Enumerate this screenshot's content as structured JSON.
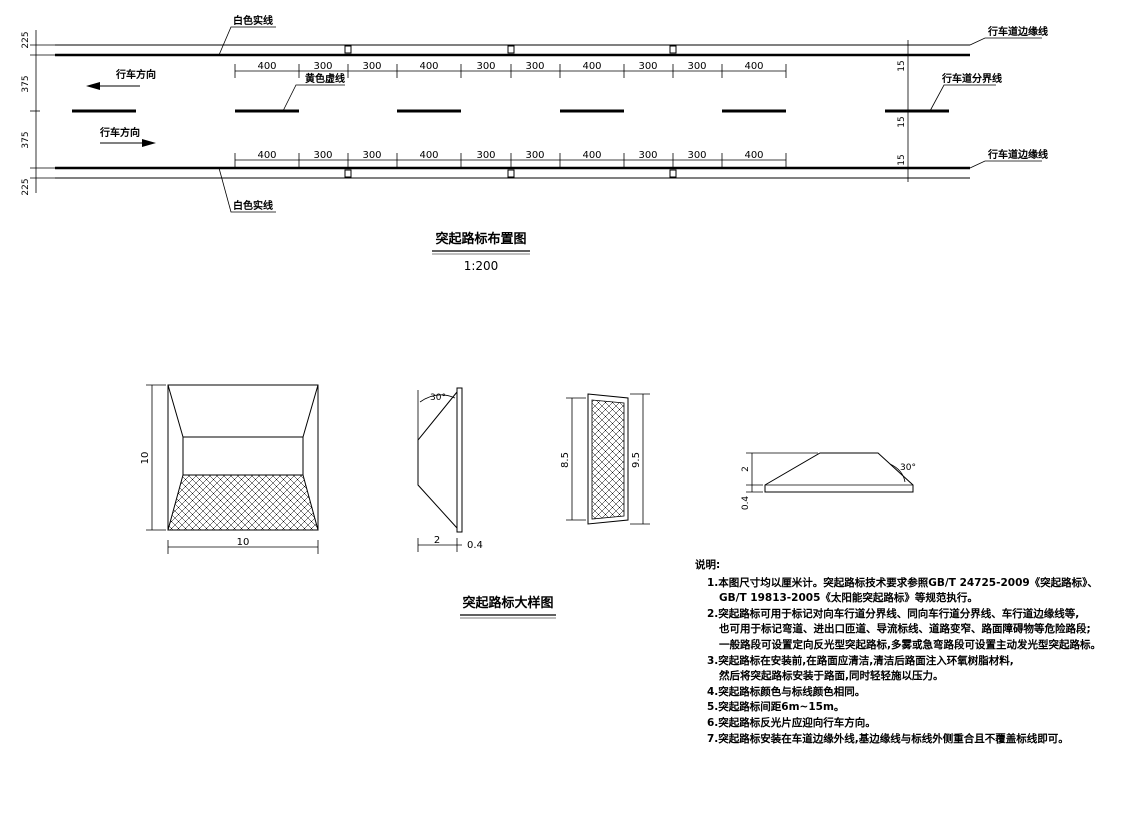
{
  "layout_plan": {
    "labels": {
      "white_solid_top": "白色实线",
      "white_solid_bottom": "白色实线",
      "yellow_dashed": "黄色虚线",
      "edge_line_top": "行车道边缘线",
      "edge_line_bottom": "行车道边缘线",
      "lane_divider": "行车道分界线",
      "direction_left": "行车方向",
      "direction_right": "行车方向"
    },
    "left_dims": [
      "225",
      "375",
      "375",
      "225"
    ],
    "right_dims": [
      "15",
      "15",
      "15"
    ],
    "top_dim_sequence": [
      "400",
      "300",
      "300",
      "400",
      "300",
      "300",
      "400",
      "300",
      "300",
      "400"
    ],
    "bottom_dim_sequence": [
      "400",
      "300",
      "300",
      "400",
      "300",
      "300",
      "400",
      "300",
      "300",
      "400"
    ],
    "title": "突起路标布置图",
    "scale": "1:200"
  },
  "detail": {
    "title": "突起路标大样图",
    "front_height": "10",
    "front_width": "10",
    "side_angle": "30°",
    "side_width": "2",
    "side_thick": "0.4",
    "reflector_inner": "8.5",
    "reflector_outer": "9.5",
    "profile_height": "2",
    "profile_base": "0.4",
    "profile_angle": "30°"
  },
  "notes": {
    "heading": "说明:",
    "items": [
      "1.本图尺寸均以厘米计。突起路标技术要求参照GB/T 24725-2009《突起路标》、",
      "GB/T 19813-2005《太阳能突起路标》等规范执行。",
      "2.突起路标可用于标记对向车行道分界线、同向车行道分界线、车行道边缘线等,",
      "也可用于标记弯道、进出口匝道、导流标线、道路变窄、路面障碍物等危险路段;",
      "一般路段可设置定向反光型突起路标,多雾或急弯路段可设置主动发光型突起路标。",
      "3.突起路标在安装前,在路面应清洁,清洁后路面注入环氧树脂材料,",
      "然后将突起路标安装于路面,同时轻轻施以压力。",
      "4.突起路标颜色与标线颜色相同。",
      "5.突起路标间距6m~15m。",
      "6.突起路标反光片应迎向行车方向。",
      "7.突起路标安装在车道边缘外线,基边缘线与标线外侧重合且不覆盖标线即可。"
    ]
  }
}
